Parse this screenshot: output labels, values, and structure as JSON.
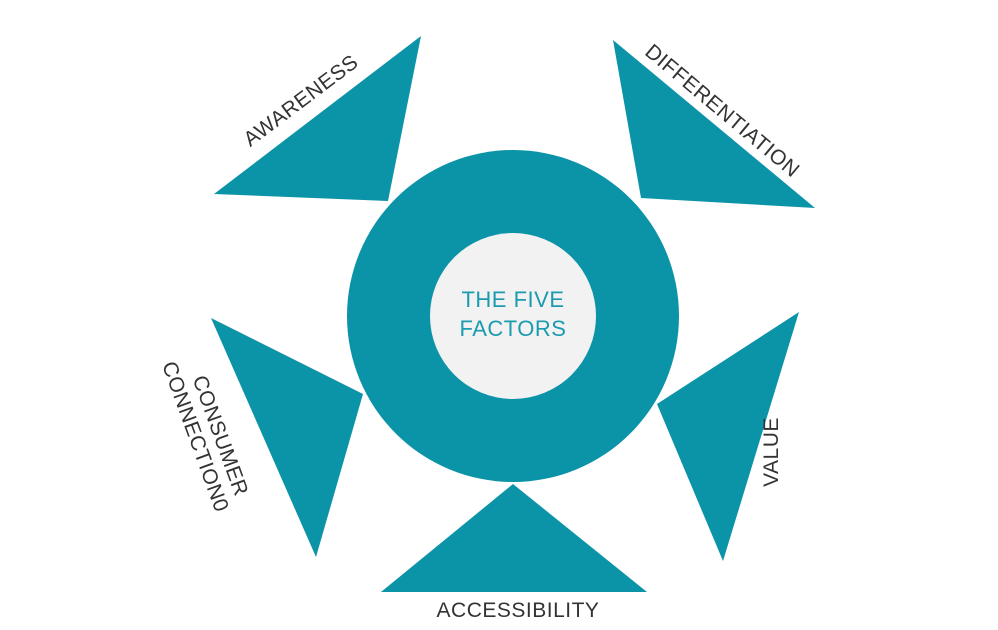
{
  "diagram": {
    "center": {
      "line1": "THE FIVE",
      "line2": "FACTORS"
    },
    "factors": {
      "awareness": "AWARENESS",
      "differentiation": "DIFFERENTIATION",
      "value": "VALUE",
      "accessibility": "ACCESSIBILITY",
      "consumer_line1": "CONSUMER",
      "consumer_line2": "CONNECTION0"
    }
  },
  "colors": {
    "teal": "#0b93a7",
    "inner_circle": "#f2f2f2",
    "center_text": "#1a9bb0",
    "label_text": "#333333"
  }
}
